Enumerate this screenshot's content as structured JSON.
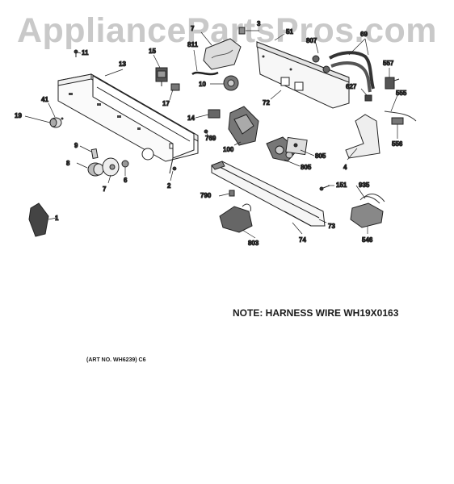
{
  "watermark": "AppliancePartsPros.com",
  "note": "NOTE: HARNESS WIRE WH19X0163",
  "art_number": "(ART NO. WH6239) C6",
  "part_labels": {
    "p1": "1",
    "p2": "2",
    "p3": "3",
    "p4": "4",
    "p6": "6",
    "p7a": "7",
    "p7b": "7",
    "p8": "8",
    "p9": "9",
    "p10": "10",
    "p11": "11",
    "p13": "13",
    "p14": "14",
    "p15": "15",
    "p17": "17",
    "p19": "19",
    "p41": "41",
    "p51": "51",
    "p69": "69",
    "p72": "72",
    "p73": "73",
    "p74": "74",
    "p100": "100",
    "p151": "151",
    "p546": "546",
    "p555": "555",
    "p556": "556",
    "p557": "557",
    "p627": "627",
    "p769": "769",
    "p790": "790",
    "p803": "803",
    "p805a": "805",
    "p805b": "805",
    "p807": "807",
    "p811": "811",
    "p935": "935"
  }
}
